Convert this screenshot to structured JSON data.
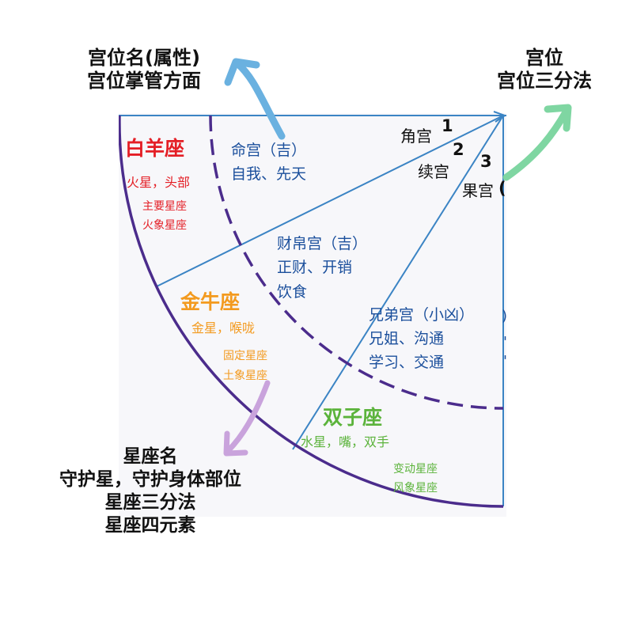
{
  "annotations": {
    "house_note": {
      "line1": "宫位名(属性)",
      "line2": "宫位掌管方面"
    },
    "division_note": {
      "line1": "宫位",
      "line2": "宫位三分法"
    },
    "sign_note": {
      "line1": "星座名",
      "line2": "守护星，守护身体部位",
      "line3": "星座三分法",
      "line4": "星座四元素"
    }
  },
  "modes": {
    "angular": {
      "label": "角宫",
      "num": "1"
    },
    "succedent": {
      "label": "续宫",
      "num": "2"
    },
    "cadent": {
      "label": "果宫",
      "num": "3"
    }
  },
  "houses": [
    {
      "title": "命宫（吉）",
      "line1": "自我、先天"
    },
    {
      "title": "财帛宫（吉）",
      "line1": "正财、开销",
      "line2": "饮食"
    },
    {
      "title": "兄弟宫（小凶）",
      "line1": "兄姐、沟通",
      "line2": "学习、交通"
    }
  ],
  "signs": [
    {
      "name": "白羊座",
      "ruler": "火星，头部",
      "modality": "主要星座",
      "element": "火象星座",
      "color": "#e41e25"
    },
    {
      "name": "金牛座",
      "ruler": "金星，喉咙",
      "modality": "固定星座",
      "element": "土象星座",
      "color": "#f39a1e"
    },
    {
      "name": "双子座",
      "ruler": "水星，嘴，双手",
      "modality": "变动星座",
      "element": "风象星座",
      "color": "#5bb33b"
    }
  ],
  "colors": {
    "house_text": "#1b4f9c",
    "divider_lines": "#3b84c4",
    "outer_arc": "#4b2c8c",
    "arrow_house": "#6ab1e0",
    "arrow_division": "#7fd6a2",
    "arrow_sign": "#c9a3dc"
  }
}
